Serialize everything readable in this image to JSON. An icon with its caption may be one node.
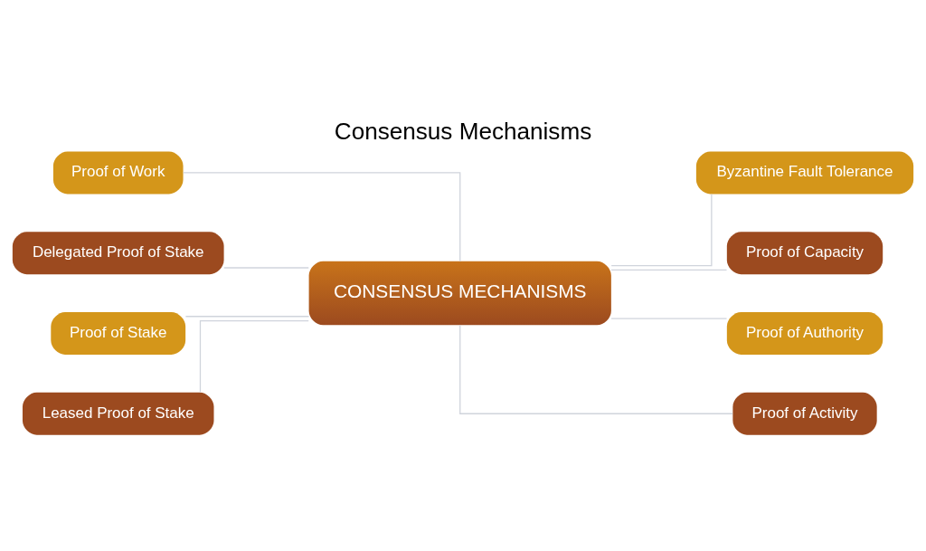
{
  "diagram": {
    "title": "Consensus Mechanisms",
    "nodes": [
      {
        "text": [
          "CONSENSUS MECHANISMS"
        ]
      },
      {
        "text": [
          "Proof of Work"
        ]
      },
      {
        "text": [
          "Delegated Proof of Stake"
        ]
      },
      {
        "text": [
          "Proof of Stake"
        ]
      },
      {
        "text": [
          "Leased Proof of Stake"
        ]
      },
      {
        "text": [
          "Byzantine Fault Tolerance"
        ]
      },
      {
        "text": [
          "Proof of Capacity"
        ]
      },
      {
        "text": [
          "Proof of Authority"
        ]
      },
      {
        "text": [
          "Proof of Activity"
        ]
      }
    ],
    "edges": [
      {
        "from": 1,
        "to": 0,
        "arrow": "none"
      },
      {
        "from": 2,
        "to": 0,
        "arrow": "none"
      },
      {
        "from": 3,
        "to": 0,
        "arrow": "none"
      },
      {
        "from": 4,
        "to": 0,
        "arrow": "none"
      },
      {
        "from": 0,
        "to": 5,
        "arrow": "none"
      },
      {
        "from": 0,
        "to": 6,
        "arrow": "none"
      },
      {
        "from": 0,
        "to": 7,
        "arrow": "none"
      },
      {
        "from": 0,
        "to": 8,
        "arrow": "none"
      }
    ]
  }
}
